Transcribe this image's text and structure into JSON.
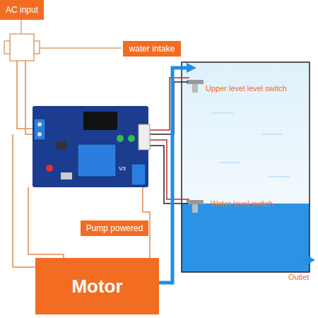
{
  "diagram": {
    "nodes": [
      {
        "text": [
          "AC input"
        ]
      },
      {
        "text": [
          "water intake"
        ]
      },
      {
        "text": [
          "Pump powered"
        ]
      },
      {
        "text": [
          "Motor"
        ]
      }
    ],
    "labels": [
      "Upper level level switch",
      "Water level switch",
      "Outlet",
      "V3"
    ]
  }
}
